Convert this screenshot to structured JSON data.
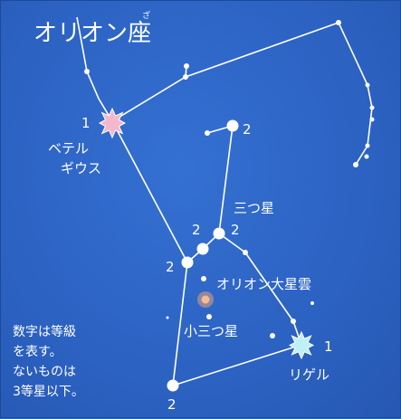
{
  "title": "オリオン座",
  "title_ruby": "ざ",
  "labels": {
    "betelgeuse_line1": "ベテル",
    "betelgeuse_line2": "ギウス",
    "rigel": "リゲル",
    "belt": "三つ星",
    "nebula": "オリオン大星雲",
    "small_belt": "小三つ星"
  },
  "magnitudes": {
    "betelgeuse": "1",
    "rigel": "1",
    "bellatrix": "2",
    "mintaka": "2",
    "alnilam": "2",
    "alnitak": "2",
    "saiph": "2"
  },
  "note": [
    "数字は等級",
    "を表す。",
    "ないものは",
    "3等星以下。"
  ],
  "colors": {
    "background": "#2f66c4",
    "line": "#ffffff",
    "betelgeuse": "#f4b8cc",
    "rigel": "#bff0f4",
    "nebula": "#e8a07a"
  }
}
